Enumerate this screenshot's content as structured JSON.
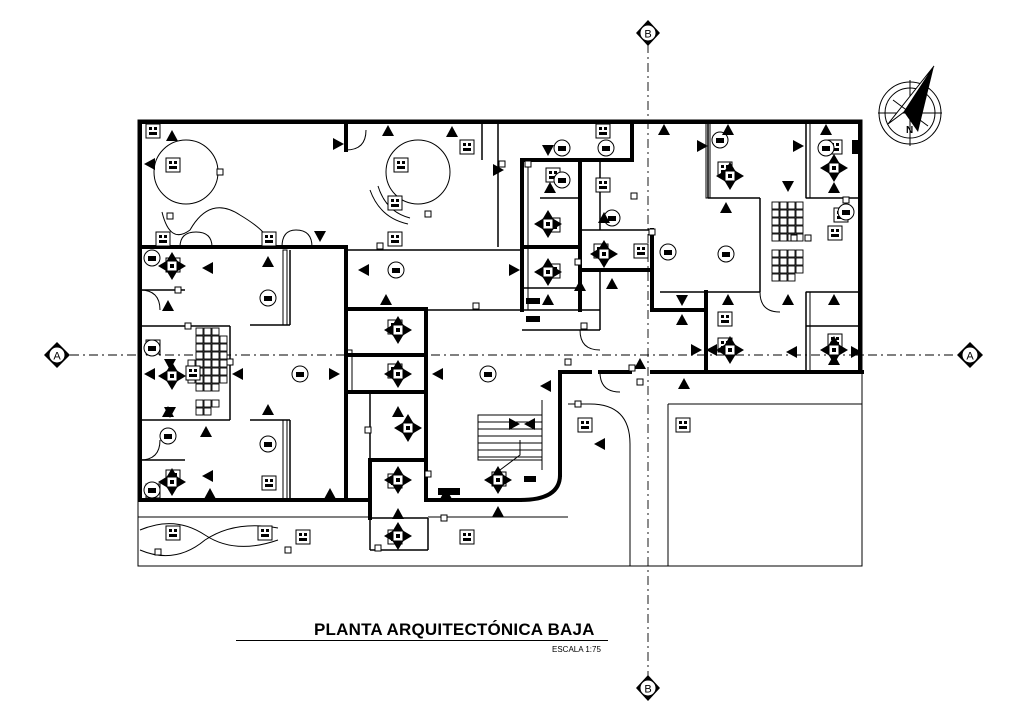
{
  "drawing": {
    "title": "PLANTA ARQUITECTÓNICA BAJA",
    "scale": "ESCALA 1:75"
  },
  "axes": {
    "vertical_label": "B",
    "horizontal_label": "A"
  },
  "north_arrow": {
    "letter": "N"
  },
  "colors": {
    "ink": "#000000",
    "paper": "#ffffff"
  }
}
